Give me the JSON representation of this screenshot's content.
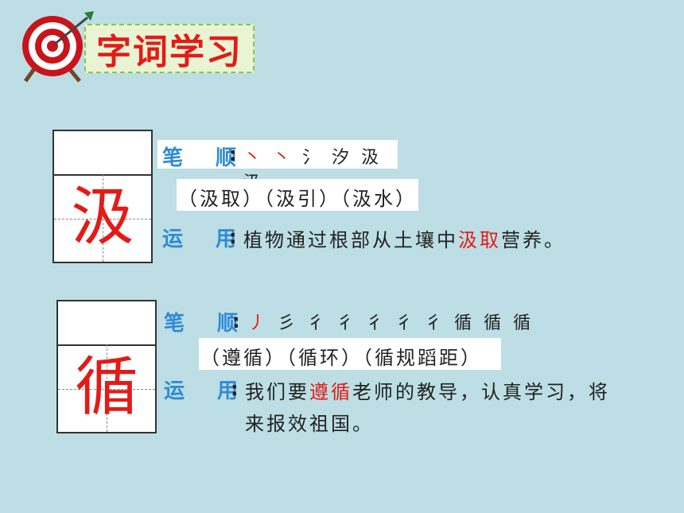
{
  "header": {
    "title": "字词学习"
  },
  "card1": {
    "character": "汲",
    "stroke_label": "笔  顺",
    "stroke_order": [
      "丶",
      "丶",
      "氵",
      "汐",
      "汲",
      "汲"
    ],
    "words": "（汲取）（汲引）（汲水）",
    "usage_label": "运  用",
    "usage_before": "植物通过根部从土壤中",
    "usage_highlight": "汲取",
    "usage_after": "营养。"
  },
  "card2": {
    "character": "循",
    "stroke_label": "笔  顺",
    "stroke_order": [
      "丿",
      "彡",
      "彳",
      "彳",
      "彳",
      "彳",
      "彳",
      "循",
      "循",
      "循"
    ],
    "words": "（遵循）（循环）（循规蹈距）",
    "usage_label": "运  用",
    "usage_before": "我们要",
    "usage_highlight": "遵循",
    "usage_after": "老师的教导，认真学习，将",
    "usage_line2": "来报效祖国。"
  },
  "colors": {
    "background": "#bcdee4",
    "highlight": "#e31b17",
    "label": "#2f8bd6"
  }
}
